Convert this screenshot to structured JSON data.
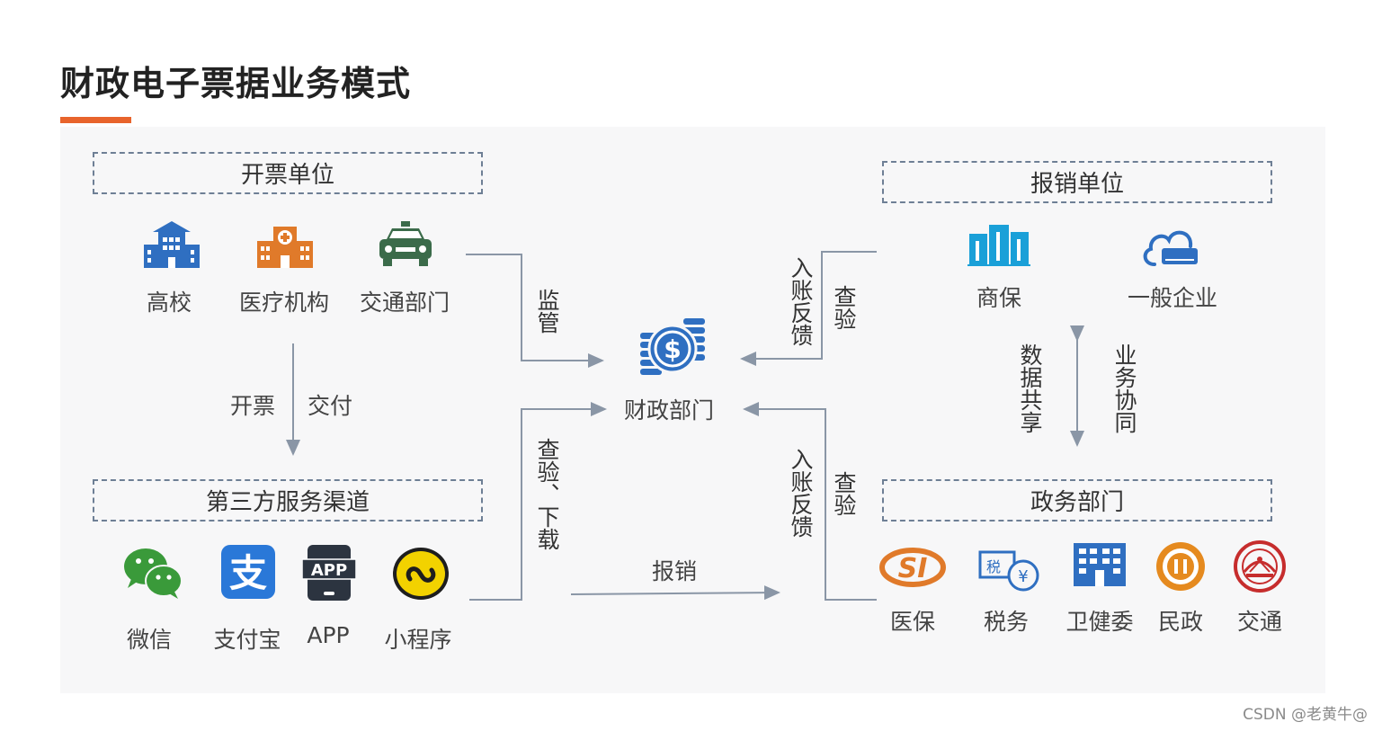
{
  "title": "财政电子票据业务模式",
  "groups": {
    "issuer": "开票单位",
    "third_party": "第三方服务渠道",
    "reimburse": "报销单位",
    "gov": "政务部门"
  },
  "issuers": [
    {
      "label": "高校",
      "icon": "school-building-icon"
    },
    {
      "label": "医疗机构",
      "icon": "hospital-icon"
    },
    {
      "label": "交通部门",
      "icon": "car-icon"
    }
  ],
  "channels": [
    {
      "label": "微信",
      "icon": "wechat-icon"
    },
    {
      "label": "支付宝",
      "icon": "alipay-icon"
    },
    {
      "label": "APP",
      "icon": "app-icon"
    },
    {
      "label": "小程序",
      "icon": "mini-program-icon"
    }
  ],
  "reimbursers": [
    {
      "label": "商保",
      "icon": "office-building-icon"
    },
    {
      "label": "一般企业",
      "icon": "cloud-icon"
    }
  ],
  "gov_units": [
    {
      "label": "医保",
      "icon": "medical-insurance-icon"
    },
    {
      "label": "税务",
      "icon": "tax-icon"
    },
    {
      "label": "卫健委",
      "icon": "health-building-icon"
    },
    {
      "label": "民政",
      "icon": "civil-affairs-icon"
    },
    {
      "label": "交通",
      "icon": "transport-seal-icon"
    }
  ],
  "center": {
    "label": "财政部门",
    "icon": "money-coins-icon"
  },
  "flows": {
    "issue": "开票",
    "deliver": "交付",
    "supervise": "监管",
    "verify_download": "查验、下载",
    "reimburse": "报销",
    "feedback_top": "入账反馈",
    "verify_top": "查验",
    "feedback_bottom": "入账反馈",
    "verify_bottom": "查验",
    "data_share": "数据共享",
    "biz_collab": "业务协同"
  },
  "watermark": "CSDN @老黄牛@",
  "colors": {
    "accent": "#e8642c",
    "blue": "#2f6fc1",
    "orange": "#e07a2a",
    "dark": "#3b4a5c"
  }
}
